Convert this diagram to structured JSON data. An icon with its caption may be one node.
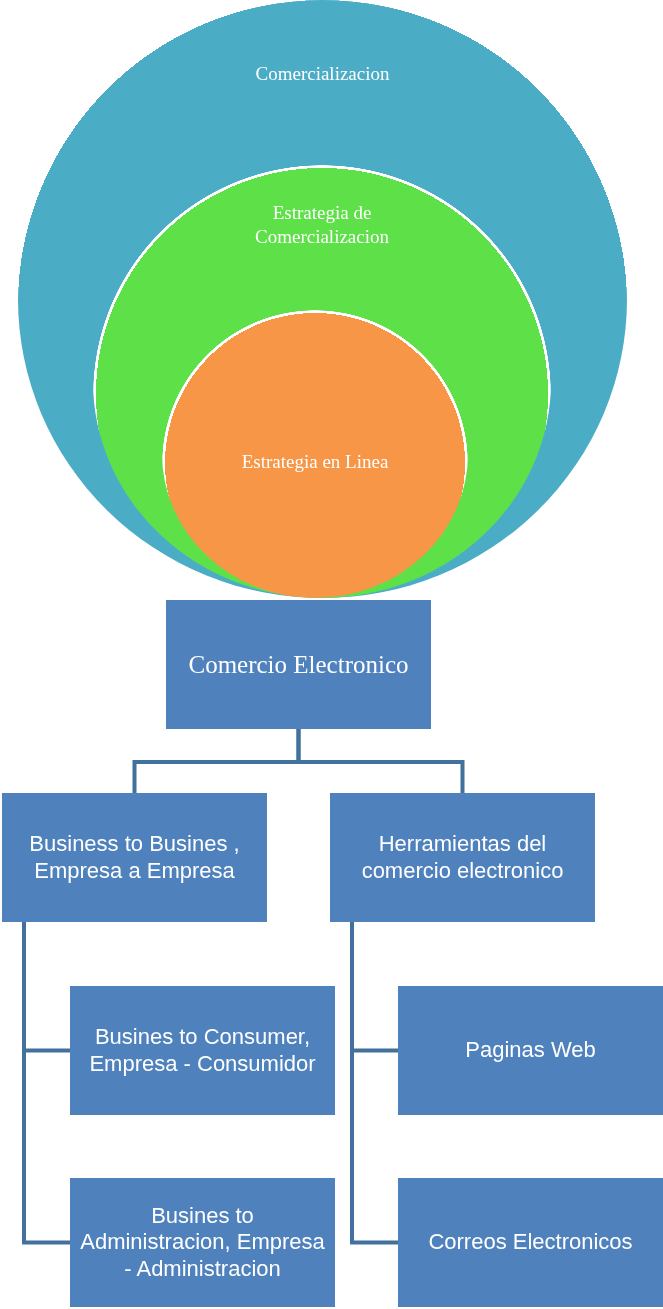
{
  "diagram": {
    "nodes": [
      {
        "text": [
          "Comercializacion"
        ]
      },
      {
        "text": [
          "Estrategia de Comercializacion"
        ],
        "in": 0
      },
      {
        "text": [
          "Estrategia en Linea"
        ],
        "in": 1
      },
      {
        "text": [
          "Comercio Electronico"
        ]
      },
      {
        "text": [
          "Business to Busines , Empresa a Empresa"
        ]
      },
      {
        "text": [
          "Herramientas del comercio electronico"
        ]
      },
      {
        "text": [
          "Busines to Consumer, Empresa - Consumidor"
        ]
      },
      {
        "text": [
          "Busines to Administracion, Empresa - Administracion"
        ]
      },
      {
        "text": [
          "Paginas Web"
        ]
      },
      {
        "text": [
          "Correos Electronicos"
        ]
      }
    ],
    "edges": [
      {
        "from": 3,
        "to": 4,
        "arrow": "none"
      },
      {
        "from": 3,
        "to": 5,
        "arrow": "none"
      },
      {
        "from": 4,
        "to": 6,
        "arrow": "none"
      },
      {
        "from": 4,
        "to": 7,
        "arrow": "none"
      },
      {
        "from": 5,
        "to": 8,
        "arrow": "none"
      },
      {
        "from": 5,
        "to": 9,
        "arrow": "none"
      }
    ]
  }
}
